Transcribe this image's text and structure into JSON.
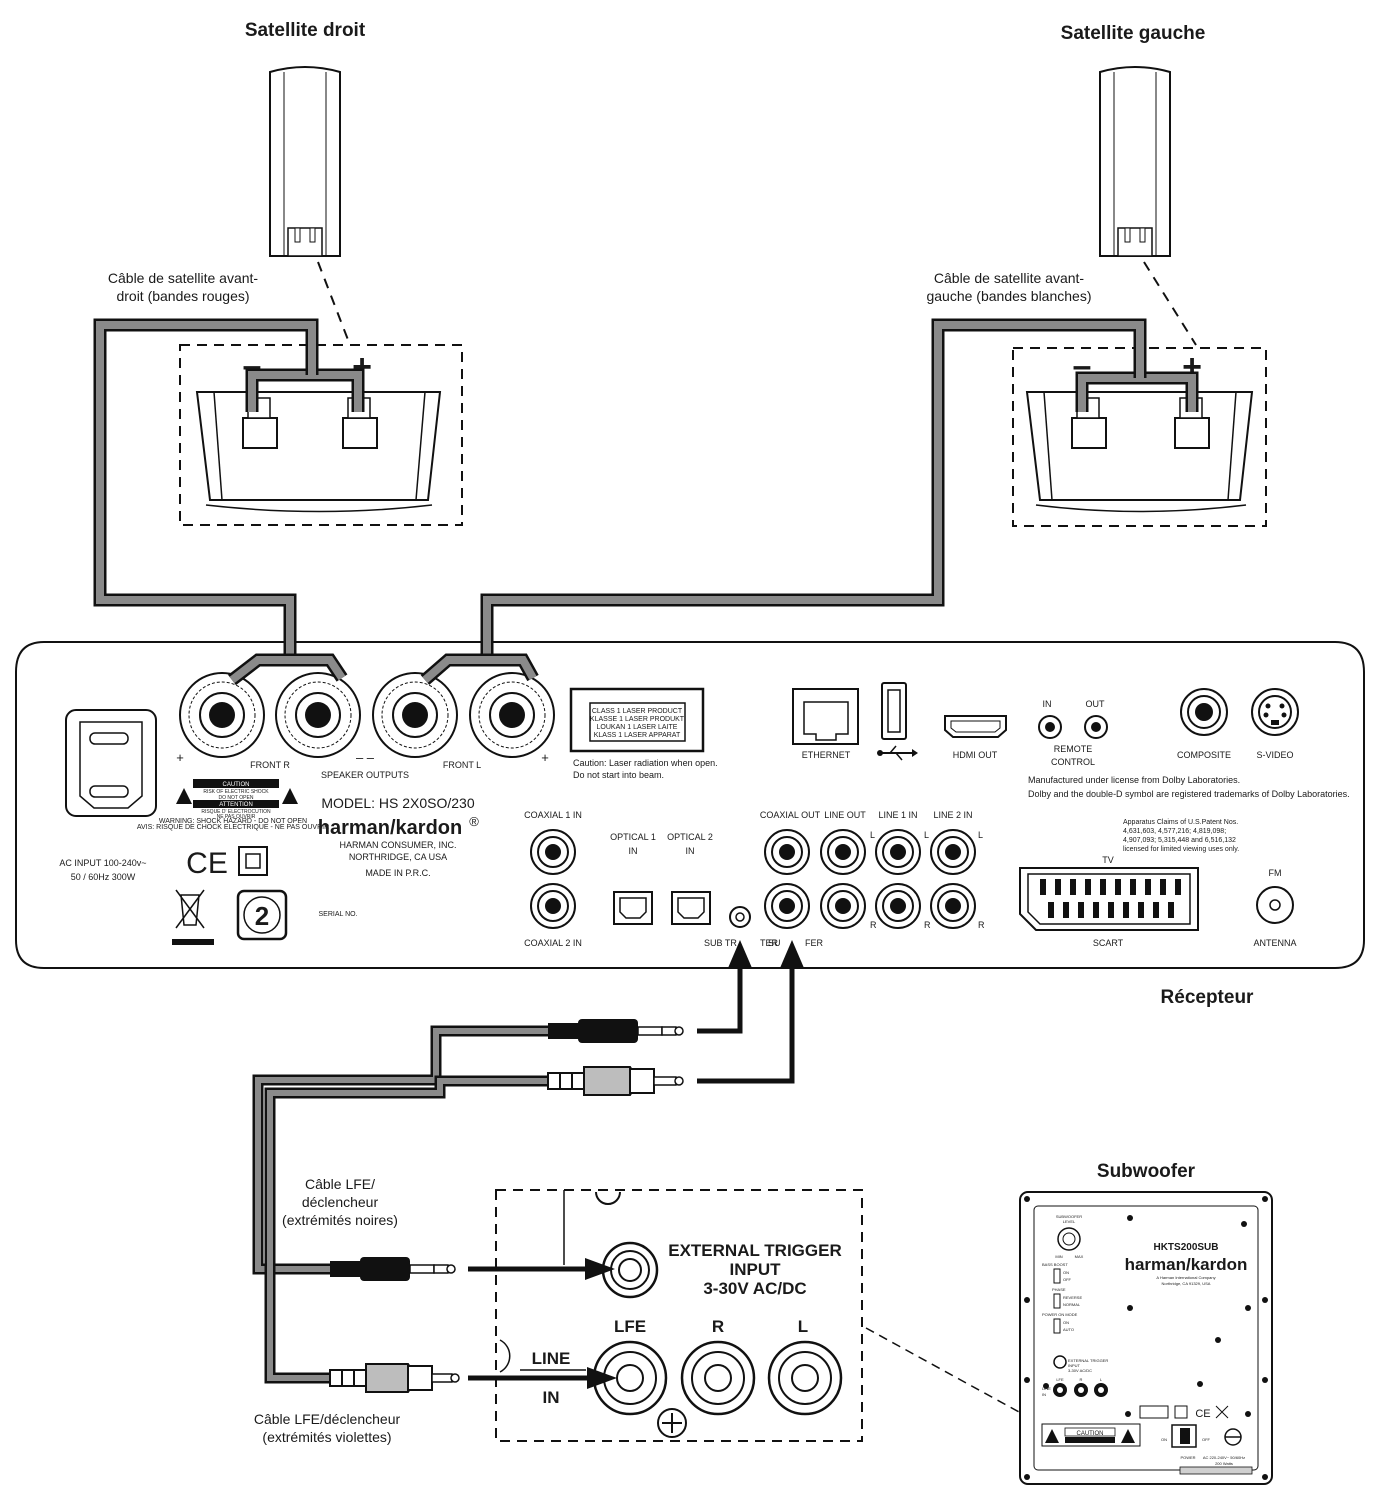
{
  "titles": {
    "satellite_right": "Satellite droit",
    "satellite_left": "Satellite gauche",
    "receiver": "Récepteur",
    "subwoofer": "Subwoofer"
  },
  "cables": {
    "front_right": [
      "Câble de satellite avant-",
      "droit (bandes rouges)"
    ],
    "front_left": [
      "Câble de satellite avant-",
      "gauche (bandes blanches)"
    ],
    "lfe_black": [
      "Câble LFE/",
      "déclencheur",
      "(extrémités noires)"
    ],
    "lfe_violet": [
      "Câble LFE/déclencheur",
      "(extrémités violettes)"
    ]
  },
  "terminal_signs": {
    "minus": "–",
    "plus": "+"
  },
  "receiver": {
    "front_r": "FRONT R",
    "front_l": "FRONT L",
    "speaker_outputs": "SPEAKER OUTPUTS",
    "speaker_signs_left": "+",
    "speaker_signs_mid": "– –",
    "speaker_signs_right": "+",
    "laser_label": [
      "CLASS 1 LASER PRODUCT",
      "KLASSE 1 LASER PRODUKT",
      "LOUKAN 1 LASER LAITE",
      "KLASS 1 LASER APPARAT"
    ],
    "laser_caution": [
      "Caution: Laser radiation when open.",
      "Do not start into beam."
    ],
    "ethernet": "ETHERNET",
    "hdmi_out": "HDMI OUT",
    "remote_in": "IN",
    "remote_out": "OUT",
    "remote_control": [
      "REMOTE",
      "CONTROL"
    ],
    "composite": "COMPOSITE",
    "s_video": "S-VIDEO",
    "dolby_notice": [
      "Manufactured under license from Dolby Laboratories.",
      "Dolby and the double-D symbol are registered trademarks of Dolby Laboratories."
    ],
    "patent_notice": [
      "Apparatus Claims of U.S.Patent Nos.",
      "4,631,603, 4,577,216; 4,819,098;",
      "4,907,093; 5,315,448 and 6,516,132",
      "licensed for limited viewing uses only."
    ],
    "model": "MODEL: HS 2X0SO/230",
    "brand": "harman/kardon",
    "brand_mark": "®",
    "company": [
      "HARMAN CONSUMER, INC.",
      "NORTHRIDGE, CA USA"
    ],
    "made_in": "MADE IN P.R.C.",
    "serial": "SERIAL NO.",
    "ac_input": [
      "AC   INPUT  100-240v~",
      "50 / 60Hz  300W"
    ],
    "caution_box": [
      "CAUTION",
      "RISK OF ELECTRIC SHOCK",
      "DO NOT OPEN",
      "ATTENTION",
      "RISQUE D' ELECTROCUTION",
      "NE PAS OUVRIR"
    ],
    "warning_line": [
      "WARNING: SHOCK HAZARD - DO NOT OPEN",
      "AVIS: RISQUE DE CHOCK ELECTRIQUE - NE PAS OUVRIR"
    ],
    "ce_mark": "CE",
    "region_code": "2",
    "coaxial_1_in": "COAXIAL 1  IN",
    "coaxial_2_in": "COAXIAL 2  IN",
    "optical_1_in": [
      "OPTICAL 1",
      "IN"
    ],
    "optical_2_in": [
      "OPTICAL 2",
      "IN"
    ],
    "coaxial_out": "COAXIAL  OUT",
    "line_out": "LINE OUT",
    "line_1_in": "LINE 1  IN",
    "line_2_in": "LINE 2  IN",
    "ch_l": "L",
    "ch_r": "R",
    "sub_trigger": "SUB TR",
    "sub_trigger_tail": "TER",
    "subwoofer_out": "SU",
    "subwoofer_out_tail": "FER",
    "tv": "TV",
    "scart": "SCART",
    "fm": "FM",
    "antenna": "ANTENNA"
  },
  "sub_zoom": {
    "external_trigger": [
      "EXTERNAL TRIGGER",
      "INPUT",
      "3-30V AC/DC"
    ],
    "lfe": "LFE",
    "r": "R",
    "l": "L",
    "line": "LINE",
    "in": "IN"
  },
  "subwoofer_panel": {
    "subwoofer_level": [
      "SUBWOOFER",
      "LEVEL"
    ],
    "min": "MIN",
    "max": "MAX",
    "model": "HKTS200SUB",
    "brand": "harman/kardon",
    "company": [
      "A Harman International Company",
      "Northridge, CA 91329, USA"
    ],
    "bass_boost": "BASS BOOST",
    "on": "ON",
    "off": "OFF",
    "phase": "PHASE",
    "reverse": "REVERSE",
    "normal": "NORMAL",
    "power_on_mode": "POWER ON MODE",
    "auto": "AUTO",
    "ext_trigger": [
      "EXTERNAL TRIGGER",
      "INPUT",
      "3-30V AC/DC"
    ],
    "lfe": "LFE",
    "r": "R",
    "l": "L",
    "line_in": [
      "LINE",
      "IN"
    ],
    "caution": "CAUTION",
    "power": "POWER",
    "rating": [
      "AC 220-240V~ 50/60Hz",
      "200 Watts"
    ],
    "switch_on": "ON",
    "switch_off": "OFF"
  }
}
